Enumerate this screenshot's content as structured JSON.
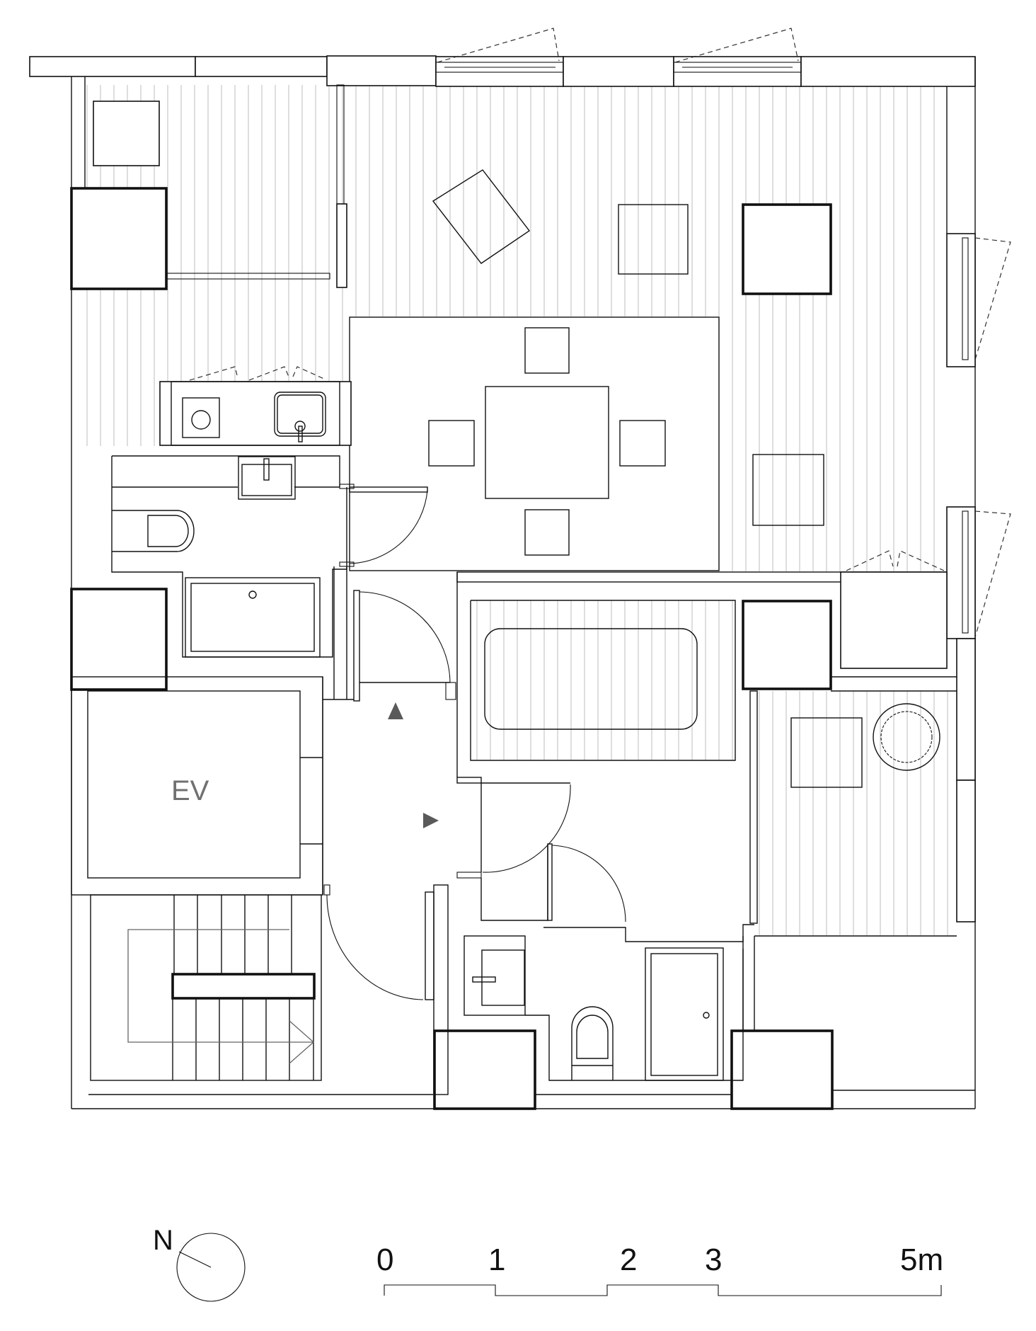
{
  "drawing": {
    "type": "architectural-floor-plan",
    "elevator_label": "EV",
    "floor_hatch_color": "#cccccc",
    "line_color": "#111111",
    "arrow_color": "#5a5a5a"
  },
  "north_arrow": {
    "label": "N"
  },
  "scale_bar": {
    "ticks": [
      {
        "label": "0",
        "value_m": 0
      },
      {
        "label": "1",
        "value_m": 1
      },
      {
        "label": "2",
        "value_m": 2
      },
      {
        "label": "3",
        "value_m": 3
      },
      {
        "label": "5m",
        "value_m": 5
      }
    ],
    "unit": "m"
  },
  "rooms": [
    {
      "id": "living-room",
      "features": [
        "armchair (rotated)",
        "side table",
        "column",
        "floor hatching"
      ]
    },
    {
      "id": "dining-area",
      "features": [
        "dining table",
        "4 chairs"
      ]
    },
    {
      "id": "bedroom-nw",
      "features": [
        "desk/seat",
        "column",
        "sliding door"
      ]
    },
    {
      "id": "kitchenette",
      "features": [
        "stove",
        "sink",
        "cabinet doors"
      ]
    },
    {
      "id": "bathroom-w",
      "features": [
        "wash basin",
        "toilet",
        "bathtub"
      ]
    },
    {
      "id": "entry-hall",
      "features": [
        "direction arrows",
        "swing doors"
      ]
    },
    {
      "id": "elevator",
      "features": [
        "EV shaft"
      ]
    },
    {
      "id": "stairwell",
      "features": [
        "stair treads",
        "landing",
        "direction arrow"
      ]
    },
    {
      "id": "bath-center",
      "features": [
        "bathtub",
        "hatched floor"
      ]
    },
    {
      "id": "wc-south",
      "features": [
        "wash basin",
        "toilet",
        "shower"
      ]
    },
    {
      "id": "room-se",
      "features": [
        "chair",
        "potted plant",
        "hatched floor"
      ]
    }
  ]
}
